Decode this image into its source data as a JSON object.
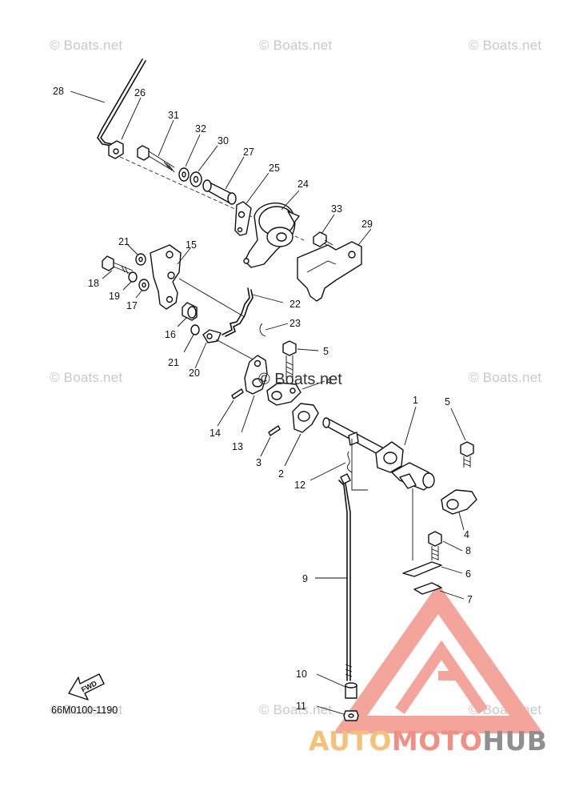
{
  "watermark": {
    "text": "© Boats.net",
    "center_text": "© Boats.net"
  },
  "diagram": {
    "code": "66M0100-1190",
    "fwd_label": "FWD"
  },
  "callouts": [
    "28",
    "26",
    "31",
    "32",
    "30",
    "27",
    "25",
    "24",
    "33",
    "29",
    "21",
    "15",
    "18",
    "19",
    "17",
    "22",
    "16",
    "23",
    "21",
    "20",
    "5",
    "14",
    "13",
    "3",
    "2",
    "1",
    "5",
    "12",
    "4",
    "8",
    "9",
    "6",
    "7",
    "10",
    "11",
    "4"
  ],
  "brand": {
    "part1": "AUTO",
    "part2": "MOTO",
    "part3": "HUB"
  }
}
